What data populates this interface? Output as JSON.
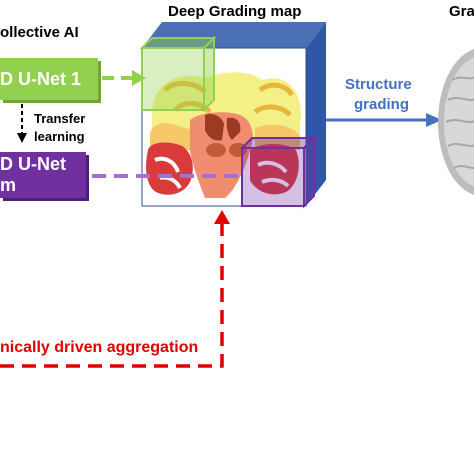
{
  "header": {
    "collective_ai": "ollective AI",
    "deep_grading_map": "Deep Grading map",
    "grading_partial": "Gra"
  },
  "networks": {
    "unet_1": "D U-Net 1",
    "unet_m": "D U-Net m"
  },
  "transfer_learning": {
    "line1": "Transfer",
    "line2": "learning"
  },
  "structure_grading": {
    "line1": "Structure",
    "line2": "grading"
  },
  "aggregation_label": "nically driven aggregation",
  "colors": {
    "green": "#92d050",
    "purple": "#7030a0",
    "blue": "#4472c4",
    "red": "#e00000",
    "cube_edge": "#2f4f8f"
  }
}
